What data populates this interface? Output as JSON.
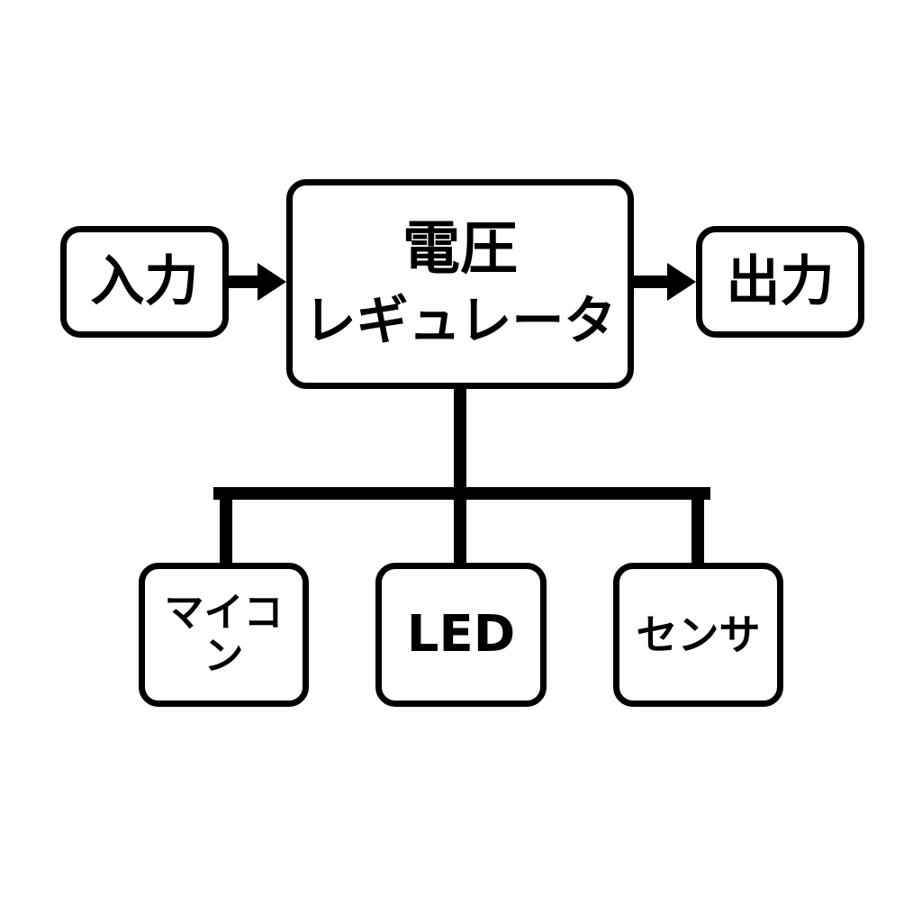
{
  "nodes": {
    "input": {
      "label": "入力"
    },
    "regulator": {
      "line1": "電圧",
      "line2": "レギュレータ"
    },
    "output": {
      "label": "出力"
    },
    "mcu": {
      "label": "マイコン"
    },
    "led": {
      "label": "LED"
    },
    "sensor": {
      "label": "センサ"
    }
  },
  "edges": [
    {
      "from": "input",
      "to": "regulator",
      "style": "arrow"
    },
    {
      "from": "regulator",
      "to": "output",
      "style": "arrow"
    },
    {
      "from": "regulator",
      "to": "mcu",
      "style": "line"
    },
    {
      "from": "regulator",
      "to": "led",
      "style": "line"
    },
    {
      "from": "regulator",
      "to": "sensor",
      "style": "line"
    }
  ],
  "colors": {
    "stroke": "#000000",
    "background": "#ffffff"
  }
}
